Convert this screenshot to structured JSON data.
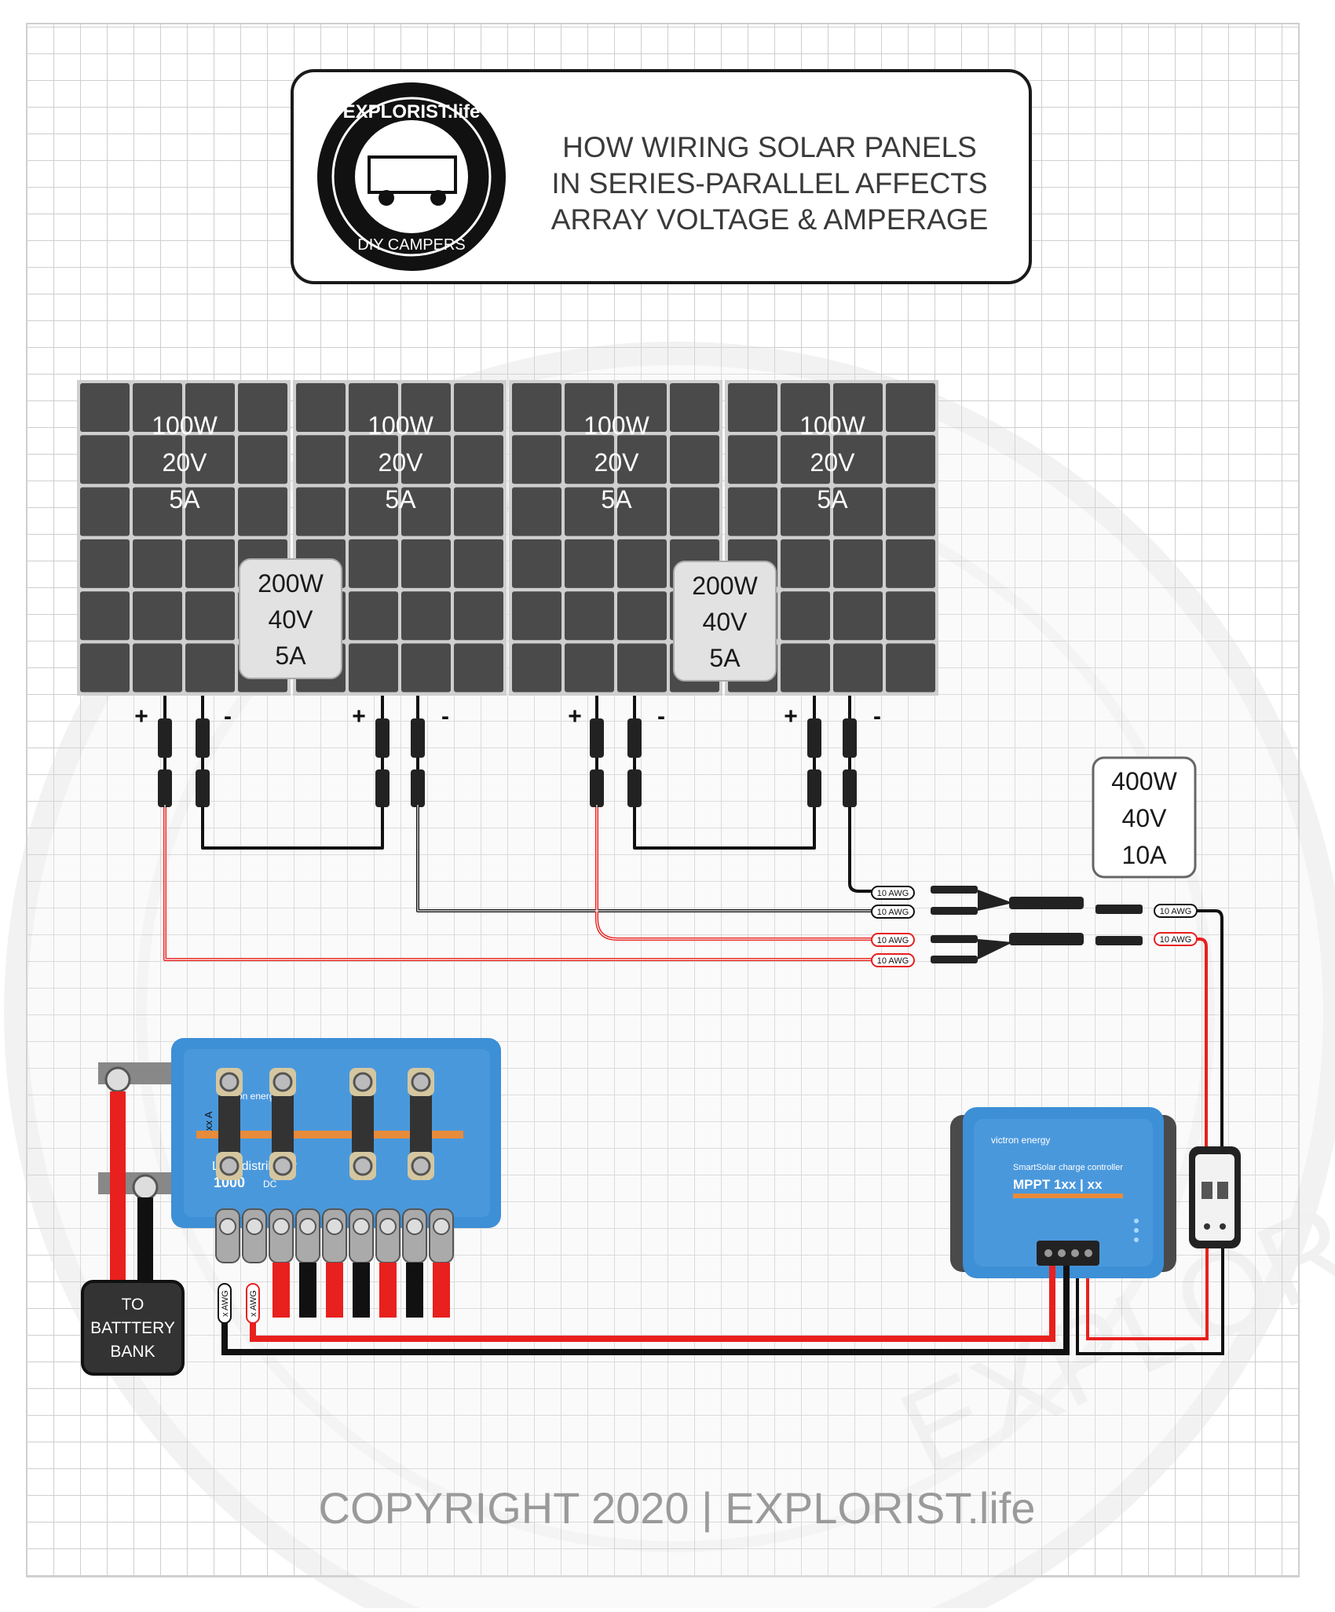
{
  "header": {
    "logo_top_text": "EXPLORIST.life",
    "logo_bottom_text": "DIY CAMPERS",
    "title_lines": [
      "HOW WIRING SOLAR PANELS",
      "IN SERIES-PARALLEL AFFECTS",
      "ARRAY VOLTAGE & AMPERAGE"
    ]
  },
  "panels": [
    {
      "watts": "100W",
      "volts": "20V",
      "amps": "5A"
    },
    {
      "watts": "100W",
      "volts": "20V",
      "amps": "5A"
    },
    {
      "watts": "100W",
      "volts": "20V",
      "amps": "5A"
    },
    {
      "watts": "100W",
      "volts": "20V",
      "amps": "5A"
    }
  ],
  "terminal_plus": "+",
  "terminal_minus": "-",
  "series_groups": [
    {
      "watts": "200W",
      "volts": "40V",
      "amps": "5A"
    },
    {
      "watts": "200W",
      "volts": "40V",
      "amps": "5A"
    }
  ],
  "array_total": {
    "watts": "400W",
    "volts": "40V",
    "amps": "10A"
  },
  "wire_labels": {
    "awg10": "10 AWG",
    "xawg": "x AWG"
  },
  "busbar": {
    "brand": "victron energy",
    "fuse_label": "xx A",
    "model_text": "Lynx distributor",
    "model_number": "1000",
    "dc_text": "DC"
  },
  "mppt": {
    "brand": "victron energy",
    "subtitle": "SmartSolar charge controller",
    "model": "MPPT  1xx | xx"
  },
  "battery_label_lines": [
    "TO",
    "BATTTERY",
    "BANK"
  ],
  "watermark_text": "EXPLORIST.life DIY CAMPERS",
  "copyright": "COPYRIGHT 2020 | EXPLORIST.life",
  "colors": {
    "positive": "#e8201e",
    "negative": "#111111",
    "panel_cell": "#4a4a4a",
    "victron_blue": "#3d8fd6",
    "badge_fill": "#e2e2e2"
  }
}
